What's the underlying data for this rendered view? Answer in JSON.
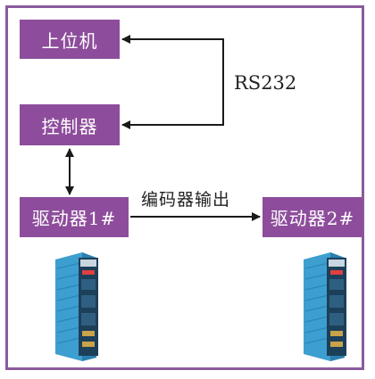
{
  "diagram": {
    "nodes": {
      "host": "上位机",
      "controller": "控制器",
      "driver1": "驱动器1#",
      "driver2": "驱动器2#"
    },
    "edges": {
      "host_controller": "RS232",
      "driver1_driver2": "编码器输出"
    },
    "colors": {
      "box_fill": "#8e4d9c",
      "box_text": "#ffffff",
      "frame": "#8a5a9c",
      "device_body": "#3d9fd0",
      "device_panel": "#1c3f5a"
    },
    "icons": [
      "servo-drive-unit-1-icon",
      "servo-drive-unit-2-icon"
    ]
  }
}
